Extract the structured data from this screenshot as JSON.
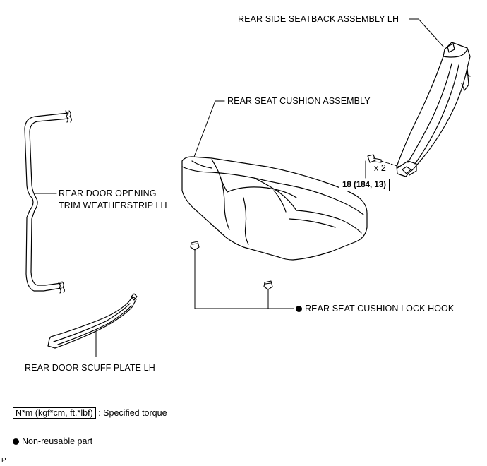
{
  "labels": {
    "seatback": "REAR SIDE SEATBACK ASSEMBLY LH",
    "cushion": "REAR SEAT CUSHION ASSEMBLY",
    "weatherstrip_line1": "REAR DOOR OPENING",
    "weatherstrip_line2": "TRIM WEATHERSTRIP LH",
    "lock_hook": "REAR SEAT CUSHION LOCK HOOK",
    "scuff_plate": "REAR DOOR SCUFF PLATE LH"
  },
  "bolt": {
    "quantity": "x 2",
    "torque": "18 (184, 13)"
  },
  "legend": {
    "torque_units": "N*m (kgf*cm, ft.*lbf)",
    "torque_desc": ": Specified torque",
    "non_reusable": "Non-reusable part"
  },
  "corner_mark": "P"
}
